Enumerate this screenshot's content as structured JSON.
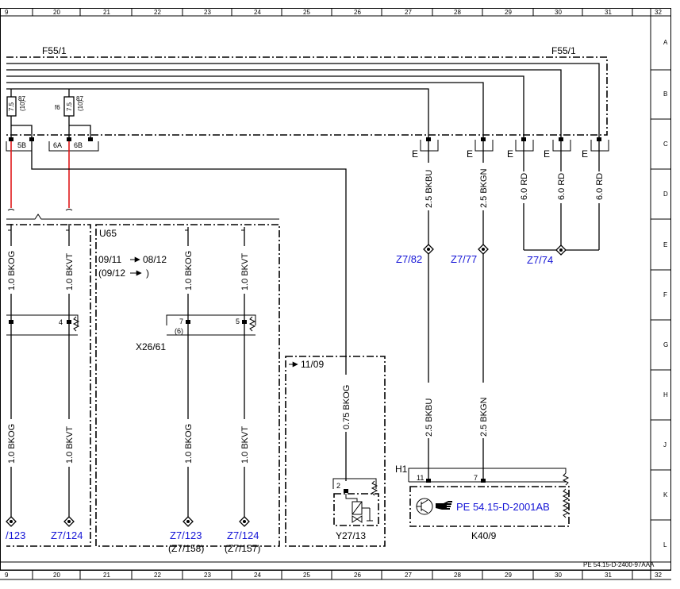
{
  "grid": {
    "columns": [
      "9",
      "20",
      "21",
      "22",
      "23",
      "24",
      "25",
      "26",
      "27",
      "28",
      "29",
      "30",
      "31",
      "32"
    ],
    "rows": [
      "A",
      "B",
      "C",
      "D",
      "E",
      "F",
      "G",
      "H",
      "J",
      "K",
      "L"
    ],
    "doc_id": "PE 54.15-D-2400-97AAA"
  },
  "fuse_box": {
    "label_left": "F55/1",
    "label_right": "F55/1",
    "fuse_left": {
      "rating": "7.5",
      "relay_pin": "87",
      "relay_sub": "(10)",
      "pin_left": "5B"
    },
    "fuse_right": {
      "name": "f6",
      "rating": "7.5",
      "relay_pin": "87",
      "relay_sub": "(10)",
      "pin_a": "6A",
      "pin_b": "6B"
    },
    "e_markers": [
      "E",
      "E",
      "E",
      "E",
      "E"
    ]
  },
  "wires_top": [
    "2.5 BKBU",
    "2.5 BKGN",
    "6.0 RD",
    "6.0 RD",
    "6.0 RD"
  ],
  "splices_top": [
    "Z7/82",
    "Z7/77",
    "Z7/74"
  ],
  "u65": {
    "label": "U65",
    "date_line1_from": "09/11",
    "date_line1_to": "08/12",
    "date_line2_from": "(09/12",
    "date_line2_to": ")"
  },
  "wires_mid": [
    "1.0 BKOG",
    "1.0 BKVT",
    "1.0 BKOG",
    "1.0 BKVT"
  ],
  "connector": {
    "name": "X26/61",
    "pin_a": "4",
    "pin_b": "7",
    "pin_b_alt": "(6)",
    "pin_c": "5"
  },
  "wires_bottom": [
    "1.0 BKOG",
    "1.0 BKVT",
    "1.0 BKOG",
    "1.0 BKVT"
  ],
  "splices_bottom": [
    "/123",
    "Z7/124",
    "Z7/123",
    "Z7/124"
  ],
  "splices_bottom_alt": [
    "(Z7/158)",
    "(Z7/157)"
  ],
  "y27": {
    "date_from": "11/09",
    "wire": "0.75 BKOG",
    "pin": "2",
    "name": "Y27/13"
  },
  "k40": {
    "conn": "H1",
    "pin_a": "11",
    "pin_b": "7",
    "wire_a": "2.5 BKBU",
    "wire_b": "2.5 BKGN",
    "ref": "PE 54.15-D-2001AB",
    "name": "K40/9"
  }
}
